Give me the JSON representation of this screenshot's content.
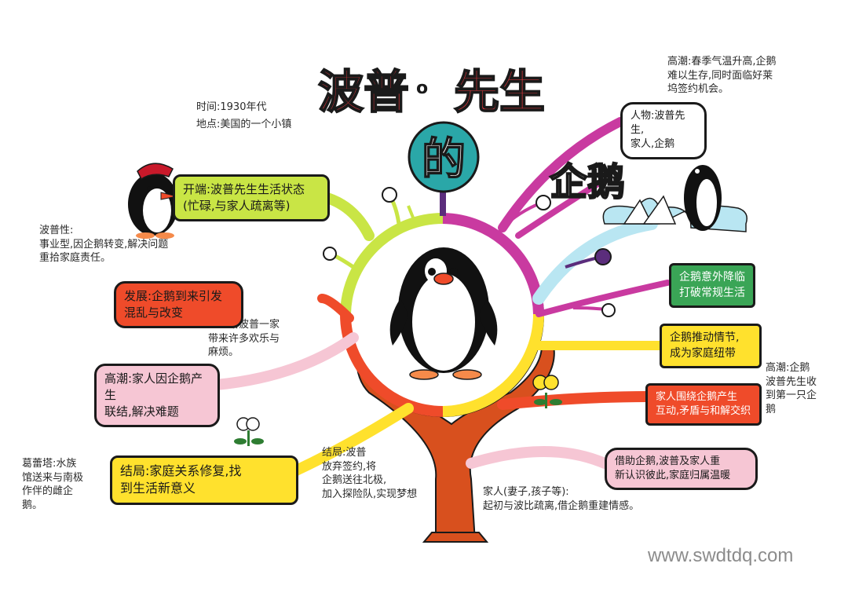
{
  "title": {
    "part1": "波普",
    "dot": "o",
    "part2": "先生",
    "de": "的",
    "penguin": "企鹅"
  },
  "meta": {
    "time": "时间:1930年代",
    "place": "地点:美国的一个小镇"
  },
  "notes": {
    "top_right": "高潮:春季气温升高,企鹅\n难以生存,同时面临好莱\n坞签约机会。",
    "left_popper": "波普性:\n事业型,因企鹅转变,解决问题\n重拾家庭责任。",
    "mid_left": "企鹅给波普一家\n带来许多欢乐与\n麻烦。",
    "mid_bottom": "结局:波普\n放弃签约,将\n企鹅送往北极,\n加入探险队,实现梦想",
    "right_small": "高潮:企鹅\n波普先生收\n到第一只企\n鹅",
    "bottom_left": "葛蕾塔:水族\n馆送来与南极\n作伴的雌企\n鹅。",
    "bottom_right": "家人(妻子,孩子等):\n起初与波比疏离,借企鹅重建情感。"
  },
  "branches": {
    "intro": "开端:波普先生生活状态\n(忙碌,与家人疏离等)",
    "develop": "发展:企鹅到来引发\n混乱与改变",
    "climax_left": "高潮:家人因企鹅产生\n联结,解决难题",
    "ending": "结局:家庭关系修复,找\n到生活新意义",
    "characters": "人物:波普先生,\n家人,企鹅",
    "accident": "企鹅意外降临\n打破常规生活",
    "drive": "企鹅推动情节,\n成为家庭纽带",
    "interact": "家人围绕企鹅产生\n互动,矛盾与和解交织",
    "reunite": "借助企鹅,波普及家人重\n新认识彼此,家庭归属温暖"
  },
  "watermark": "www.swdtdq.com",
  "colors": {
    "red_title": "#e8383d",
    "teal_circle": "#2aa7a8",
    "yellow_green": "#c9e545",
    "orange_red": "#ef4b2a",
    "magenta": "#c93aa0",
    "light_blue": "#b9e6f2",
    "purple": "#5b2d7c",
    "pink": "#f6c6d4",
    "yellow": "#ffe12d",
    "brown": "#d8501e"
  }
}
